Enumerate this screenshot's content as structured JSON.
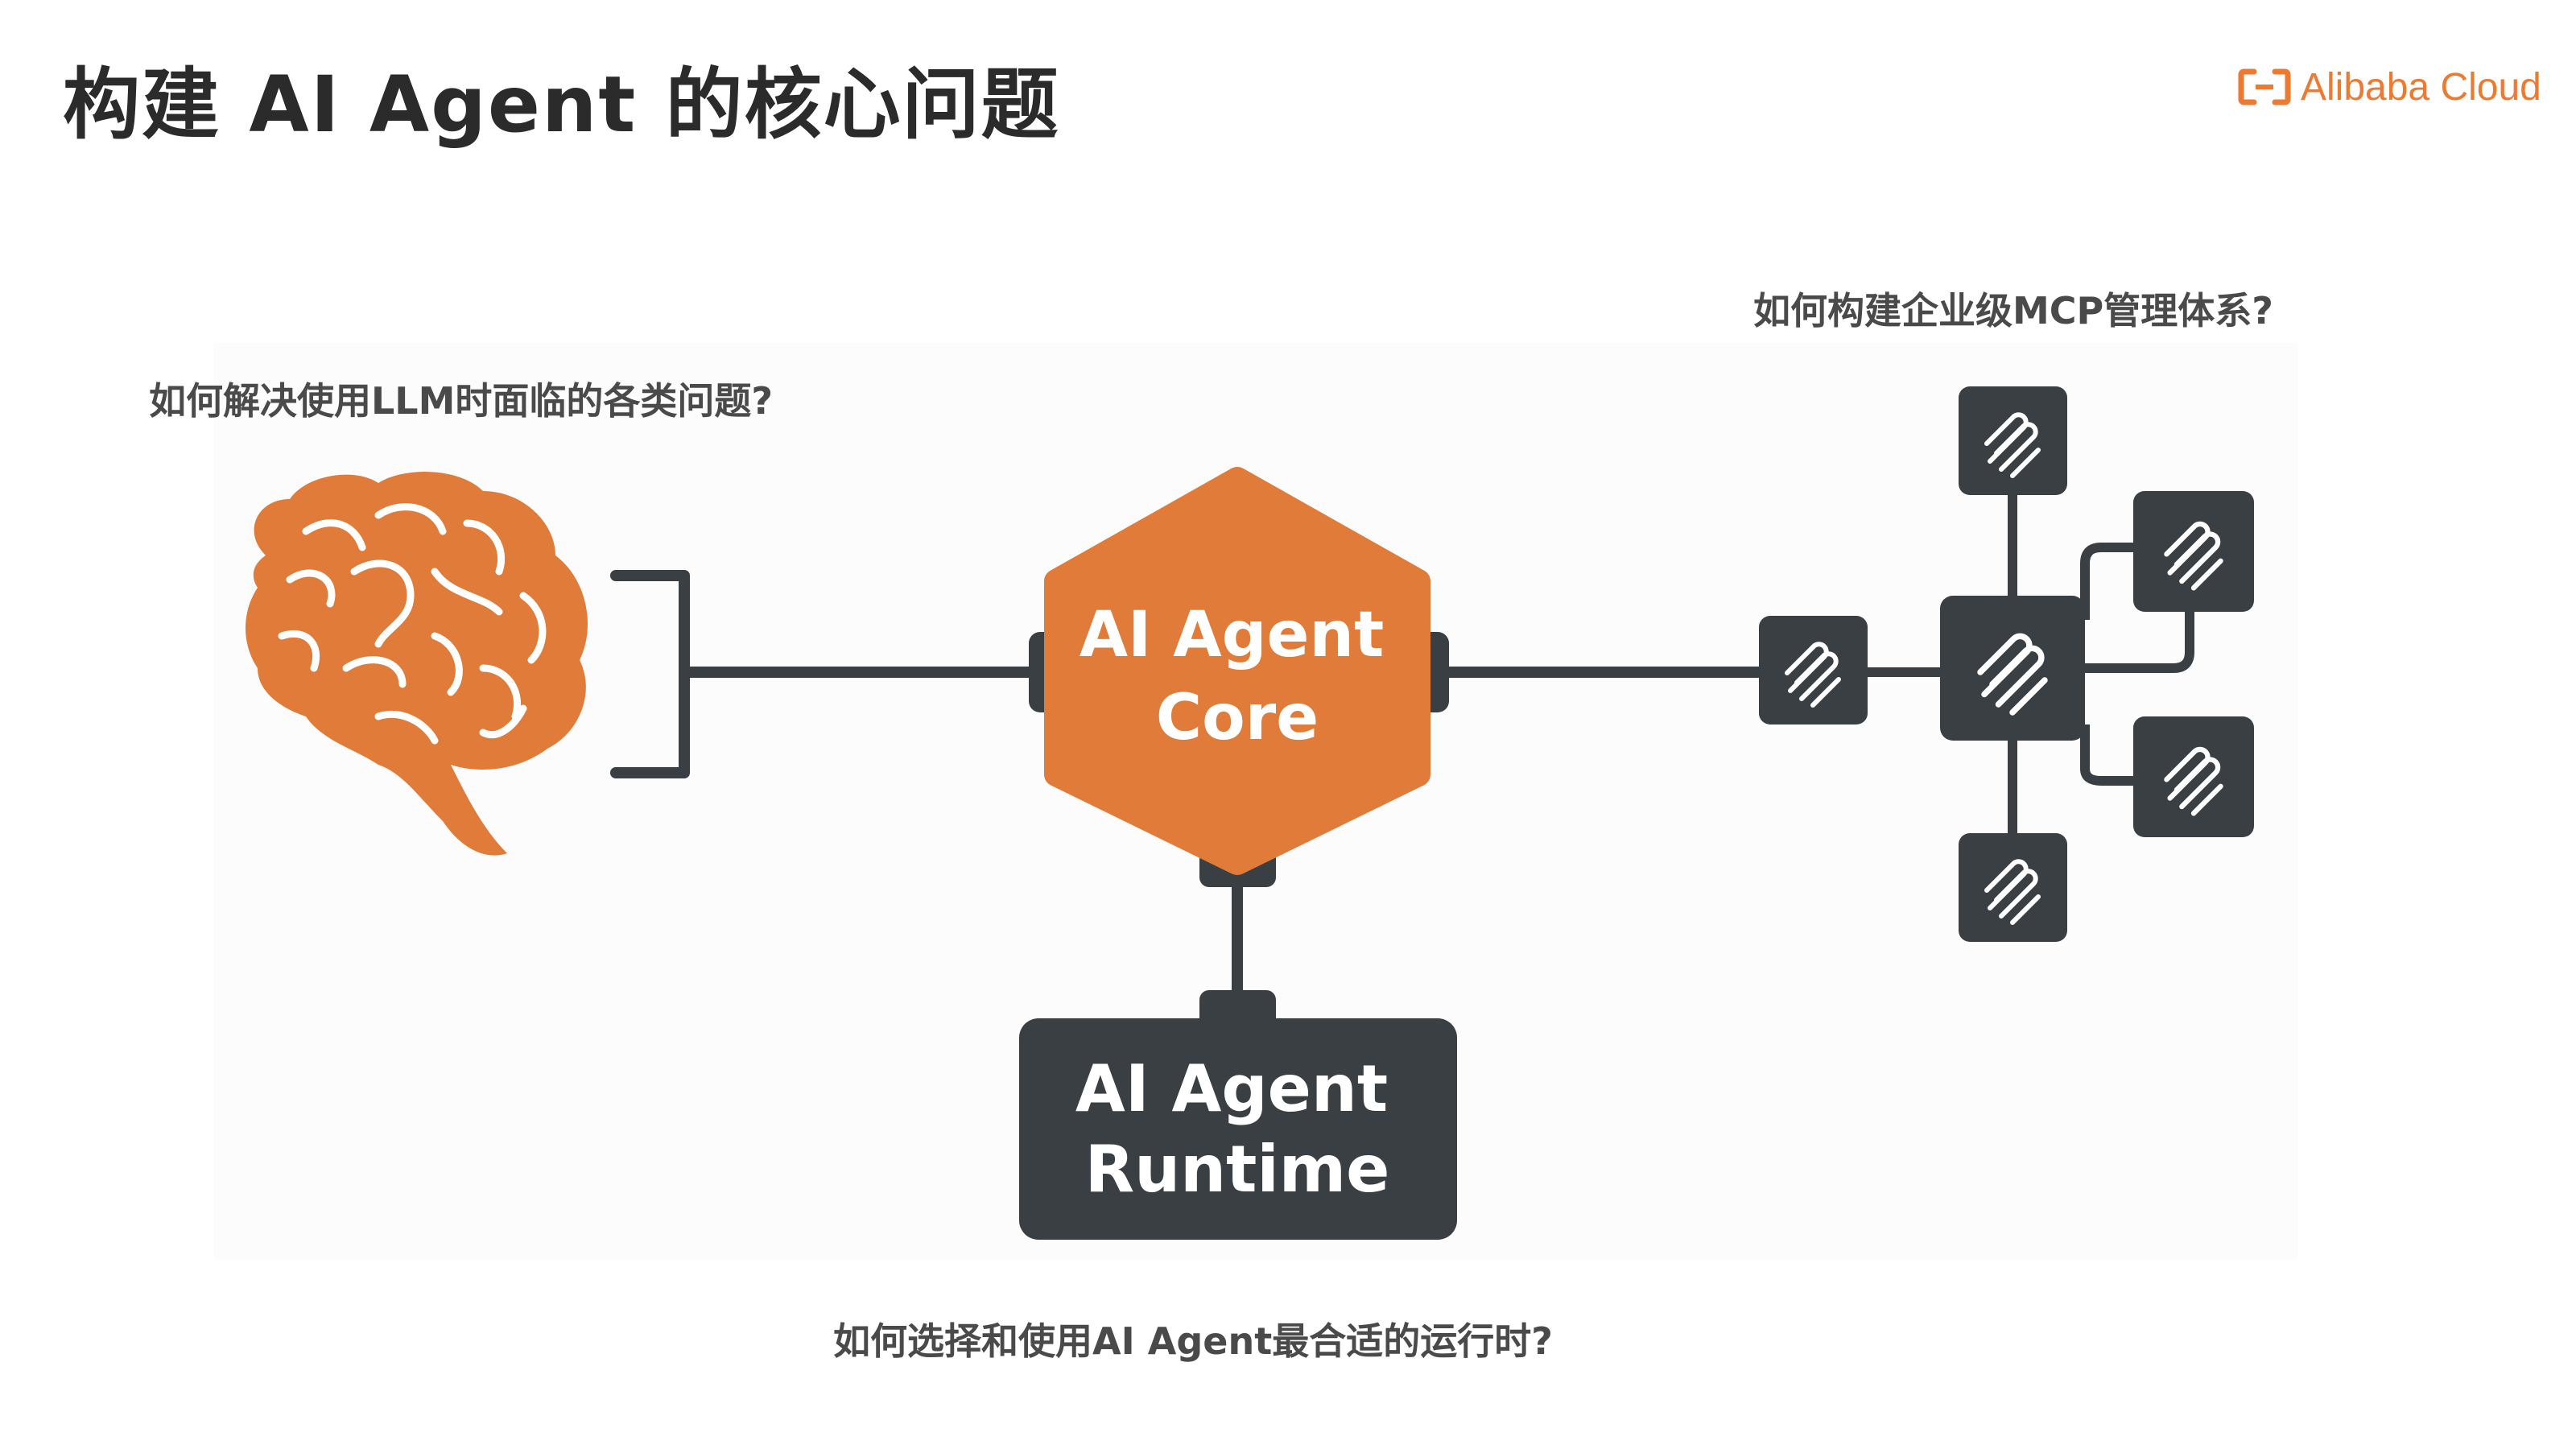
{
  "title": "构建 AI Agent 的核心问题",
  "brand": {
    "name": "Alibaba Cloud",
    "color": "#ed7a31"
  },
  "questions": {
    "llm": "如何解决使用LLM时面临的各类问题?",
    "mcp": "如何构建企业级MCP管理体系?",
    "runtime": "如何选择和使用AI Agent最合适的运行时?"
  },
  "core": {
    "line1": "AI Agent",
    "line2": "Core",
    "color": "#e07b39"
  },
  "runtime": {
    "line1": "AI Agent",
    "line2": "Runtime",
    "color": "#3a3f44"
  },
  "icons": {
    "brain": "brain-icon",
    "mcp": "mcp-icon"
  },
  "colors": {
    "connector": "#3a3f44",
    "accent": "#e07b39"
  }
}
